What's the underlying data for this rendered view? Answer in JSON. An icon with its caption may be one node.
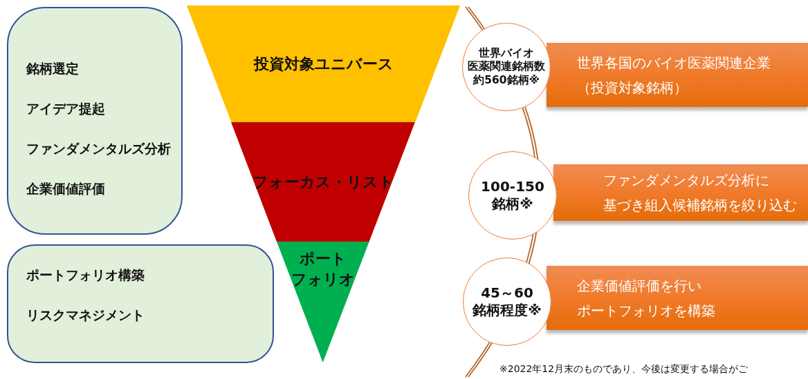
{
  "diagram": {
    "nodes": [
      {
        "text": [
          "銘柄選定",
          "アイデア提起",
          "ファンダメンタルズ分析",
          "企業価値評価"
        ]
      },
      {
        "text": [
          "ポートフォリオ構築",
          "リスクマネジメント"
        ]
      },
      {
        "text": [
          "投資対象ユニバース"
        ]
      },
      {
        "text": [
          "フォーカス・リスト"
        ]
      },
      {
        "text": [
          "ポートフォリオ"
        ]
      },
      {
        "text": [
          "世界バイオ医薬関連銘柄数約560銘柄※"
        ]
      },
      {
        "text": [
          "世界各国のバイオ医薬関連企業（投資対象銘柄）"
        ]
      },
      {
        "text": [
          "100-150銘柄※"
        ]
      },
      {
        "text": [
          "ファンダメンタルズ分析に基づき組入候補銘柄を絞り込む"
        ]
      },
      {
        "text": [
          "45～60銘柄程度※"
        ]
      },
      {
        "text": [
          "企業価値評価を行いポートフォリオを構築"
        ]
      }
    ],
    "labels": [
      "※2022年12月末のものであり、今後は変更する場合がご"
    ]
  }
}
